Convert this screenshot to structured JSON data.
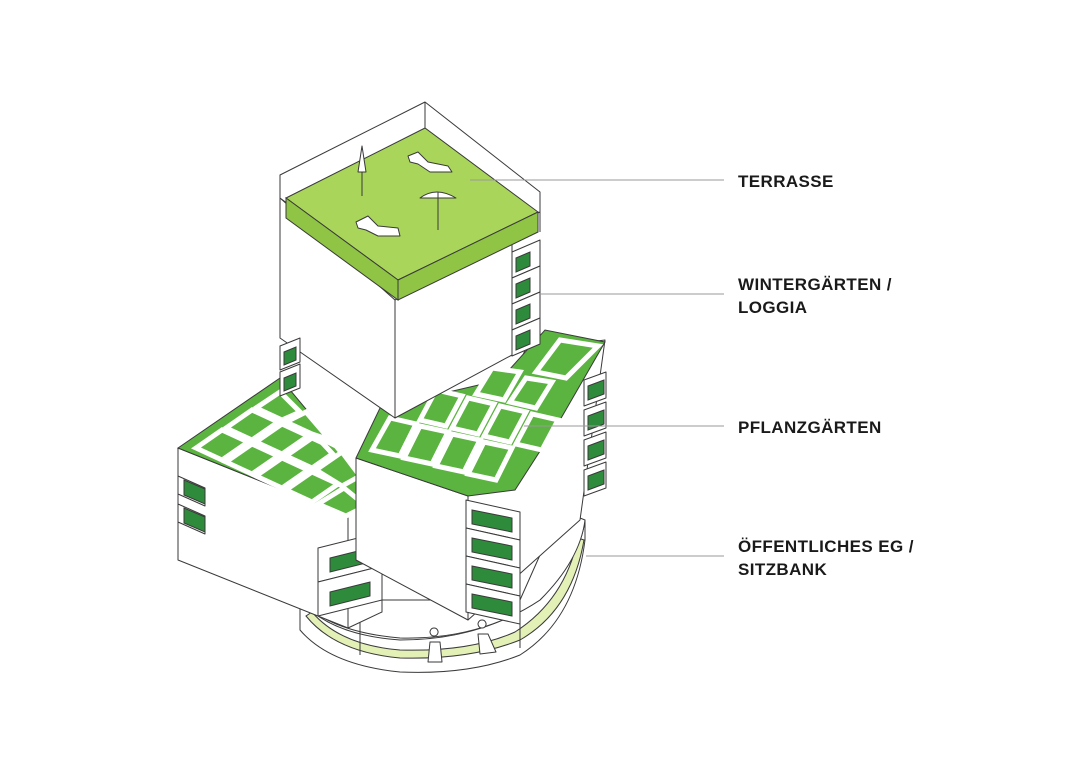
{
  "labels": {
    "terrasse": "TERRASSE",
    "wintergaerten_line1": "WINTERGÄRTEN /",
    "wintergaerten_line2": "LOGGIA",
    "pflanzgaerten": "PFLANZGÄRTEN",
    "oeffentliches_line1": "ÖFFENTLICHES EG /",
    "oeffentliches_line2": "SITZBANK"
  },
  "colors": {
    "terrace_green": "#a9d65a",
    "garden_green": "#5ab43f",
    "loggia_green": "#2e8b3c",
    "bench_yellow": "#e3f0b6",
    "line_dark": "#3a3a3a",
    "leader_gray": "#9a9a9a",
    "text": "#1a1a1a"
  }
}
